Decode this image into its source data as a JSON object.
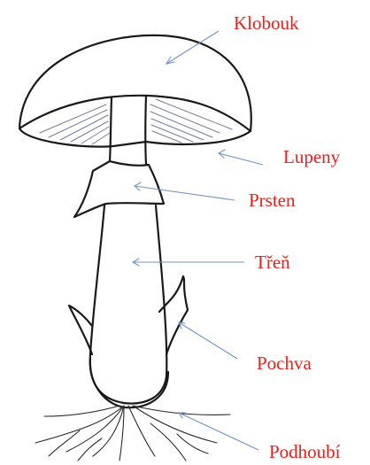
{
  "labels": {
    "cap": "Klobouk",
    "gills": "Lupeny",
    "ring": "Prsten",
    "stem": "Třeň",
    "volva": "Pochva",
    "mycelium": "Podhoubí"
  },
  "colors": {
    "label": "#e8201c",
    "arrow": "#6f94c6",
    "outline": "#1a1a1a"
  }
}
